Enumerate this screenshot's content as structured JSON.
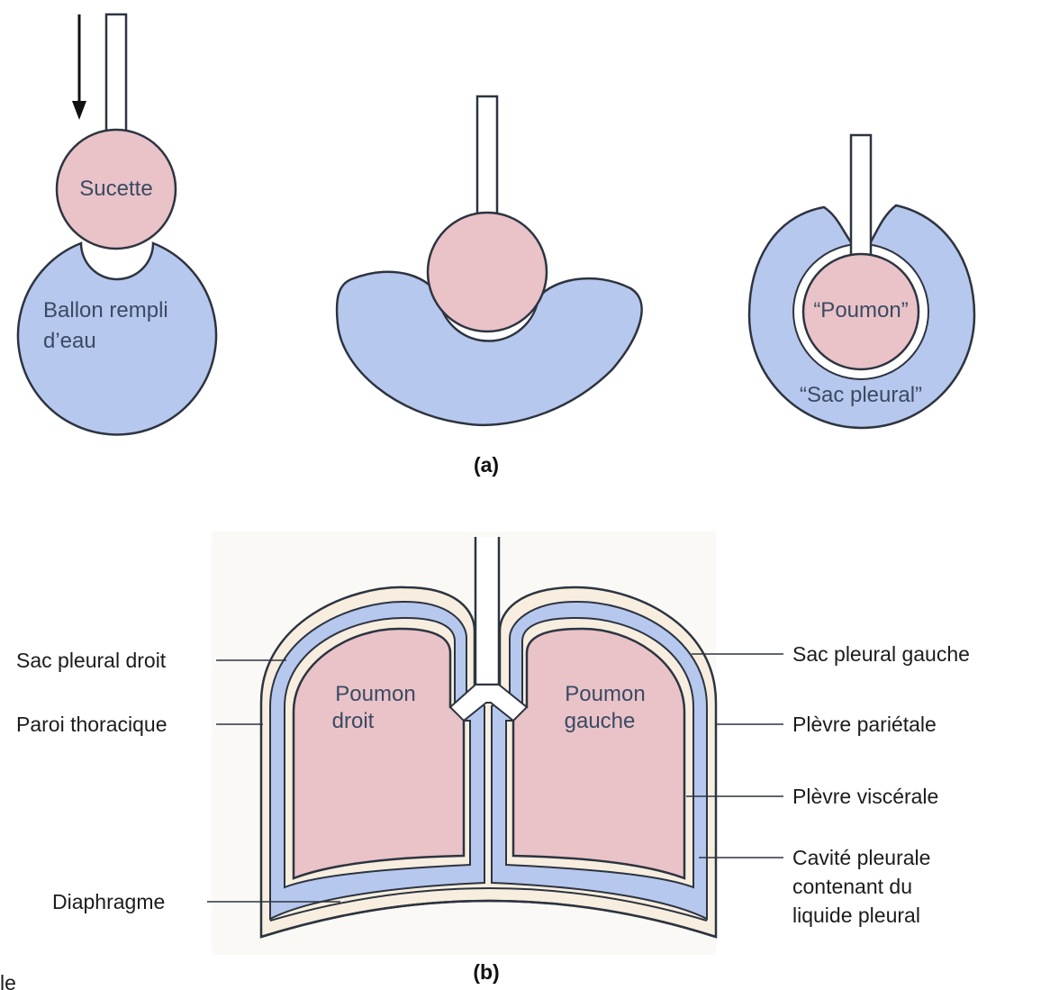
{
  "colors": {
    "lung_pink": "#e9c3c8",
    "pleura_blue": "#b7c8ee",
    "wall_cream": "#f7eedf",
    "outline": "#2d3440"
  },
  "panel_a": {
    "caption": "(a)",
    "labels": {
      "sucette": "Sucette",
      "ballon_line1": "Ballon rempli",
      "ballon_line2": "d’eau",
      "poumon": "“Poumon”",
      "sac_pleural": "“Sac pleural”"
    },
    "icons": {
      "arrow": "arrow-down-icon"
    }
  },
  "panel_b": {
    "caption": "(b)",
    "inner_labels": {
      "poumon_droit_1": "Poumon",
      "poumon_droit_2": "droit",
      "poumon_gauche_1": "Poumon",
      "poumon_gauche_2": "gauche"
    },
    "left_labels": {
      "sac_pleural_droit": "Sac pleural droit",
      "paroi_thoracique": "Paroi thoracique",
      "diaphragme": "Diaphragme"
    },
    "right_labels": {
      "sac_pleural_gauche": "Sac pleural gauche",
      "plevre_parietale": "Plèvre pariétale",
      "plevre_viscerale": "Plèvre viscérale",
      "cavite_1": "Cavité pleurale",
      "cavite_2": "contenant du",
      "cavite_3": "liquide pleural"
    }
  },
  "corner_fragment": "le"
}
